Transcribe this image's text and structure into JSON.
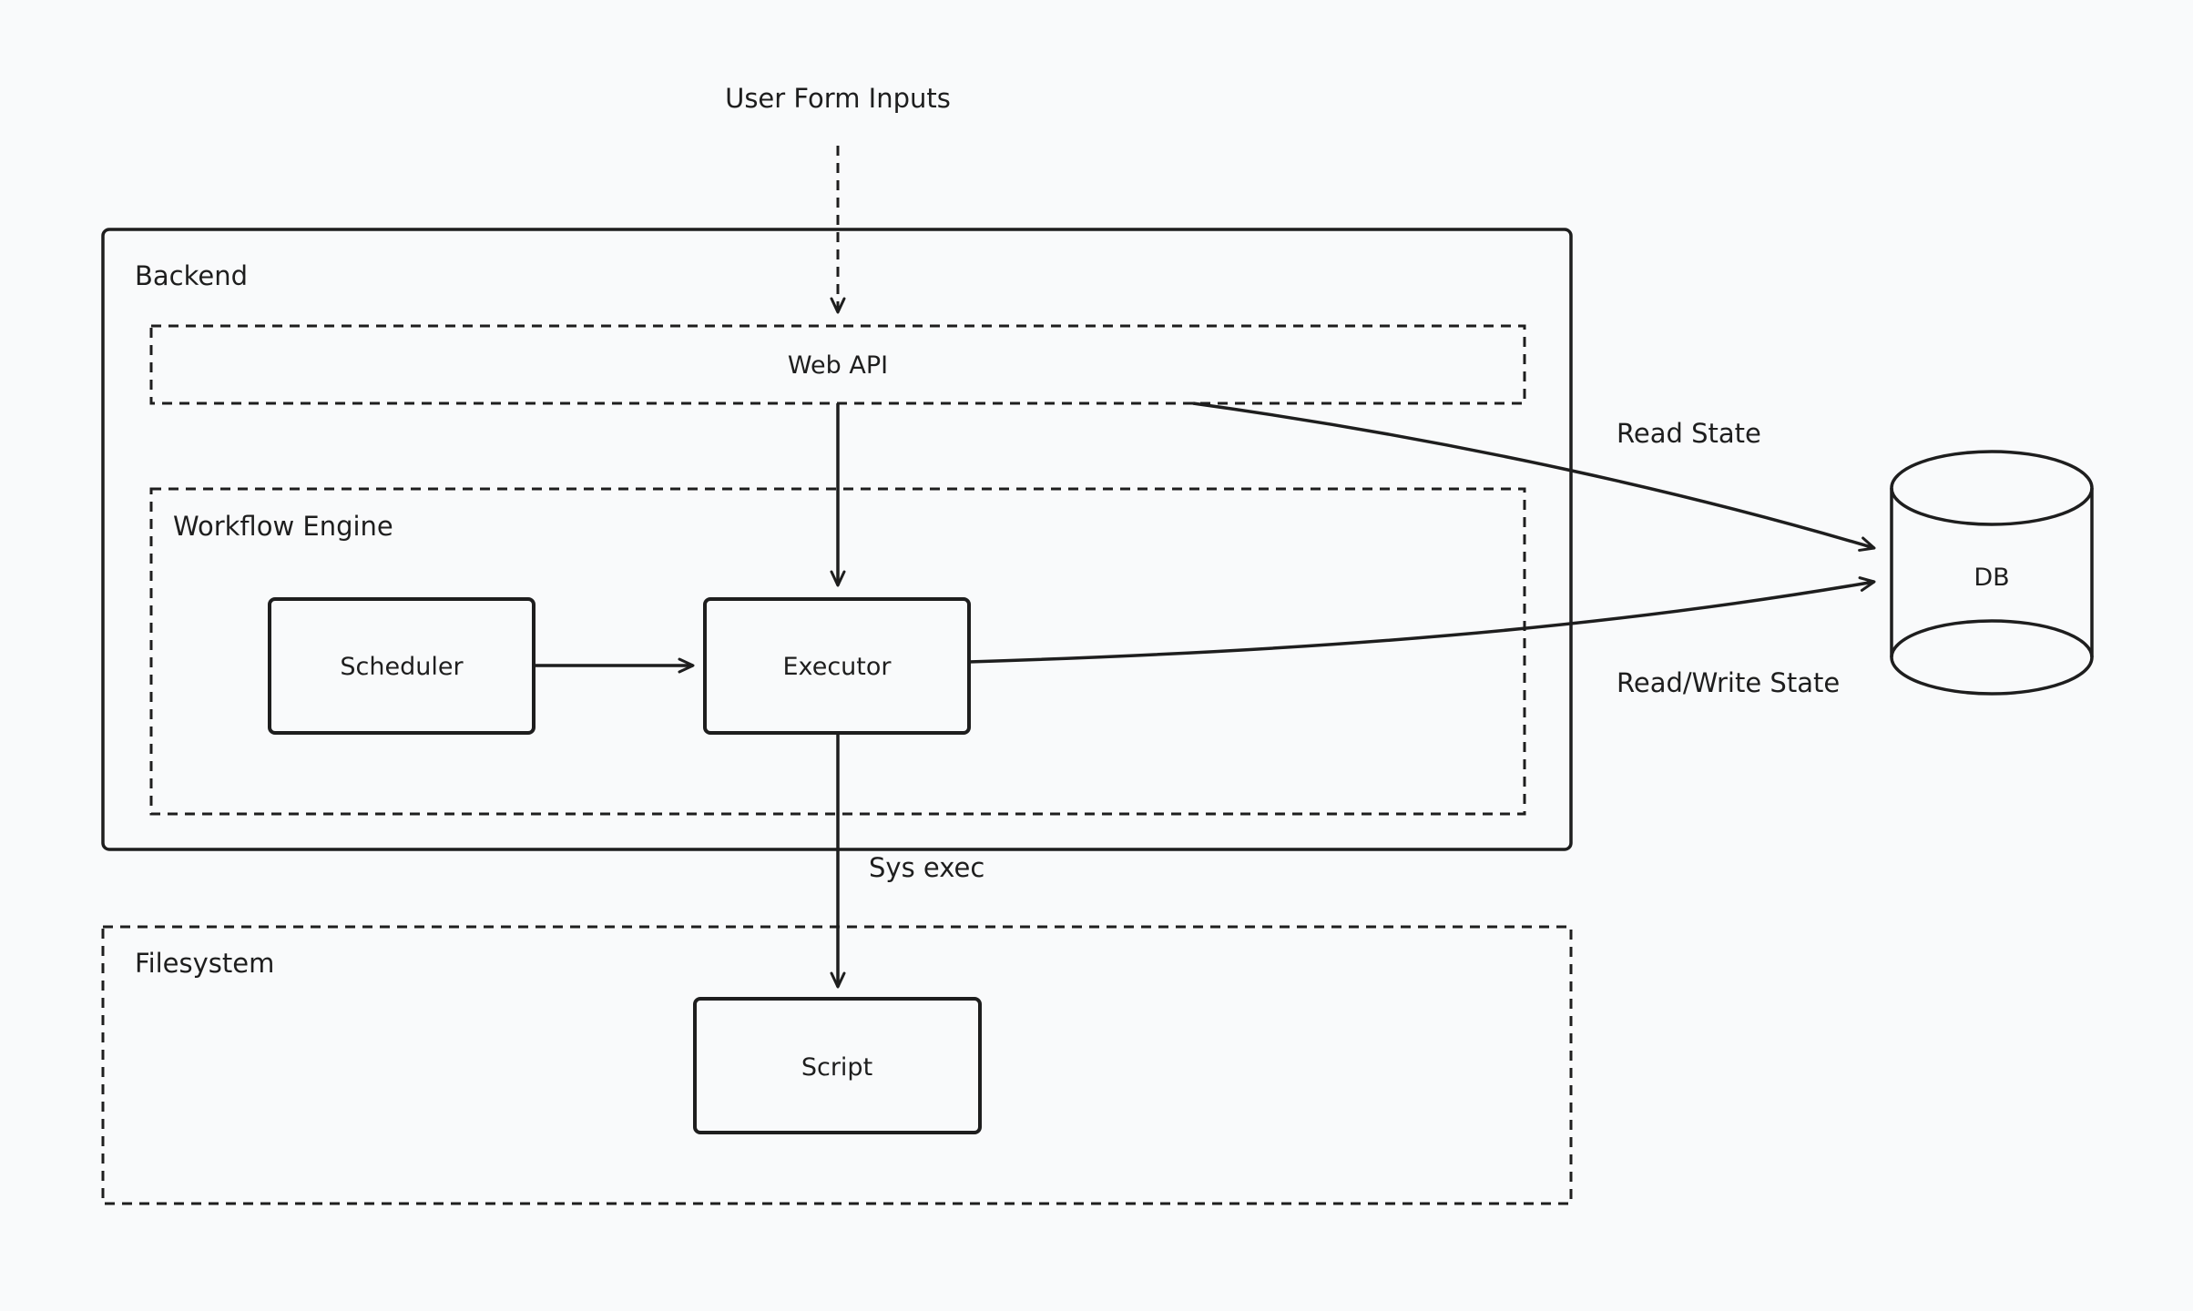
{
  "colors": {
    "background": "#f9fafb",
    "stroke": "#1e1e1e",
    "text": "#1e1e1e"
  },
  "groups": {
    "backend": "Backend",
    "workflow_engine": "Workflow Engine",
    "filesystem": "Filesystem"
  },
  "nodes": {
    "web_api": "Web API",
    "scheduler": "Scheduler",
    "executor": "Executor",
    "script": "Script",
    "db": "DB"
  },
  "edges": {
    "user_form_inputs": "User Form Inputs",
    "read_state": "Read State",
    "read_write_state": "Read/Write State",
    "sys_exec": "Sys exec"
  }
}
